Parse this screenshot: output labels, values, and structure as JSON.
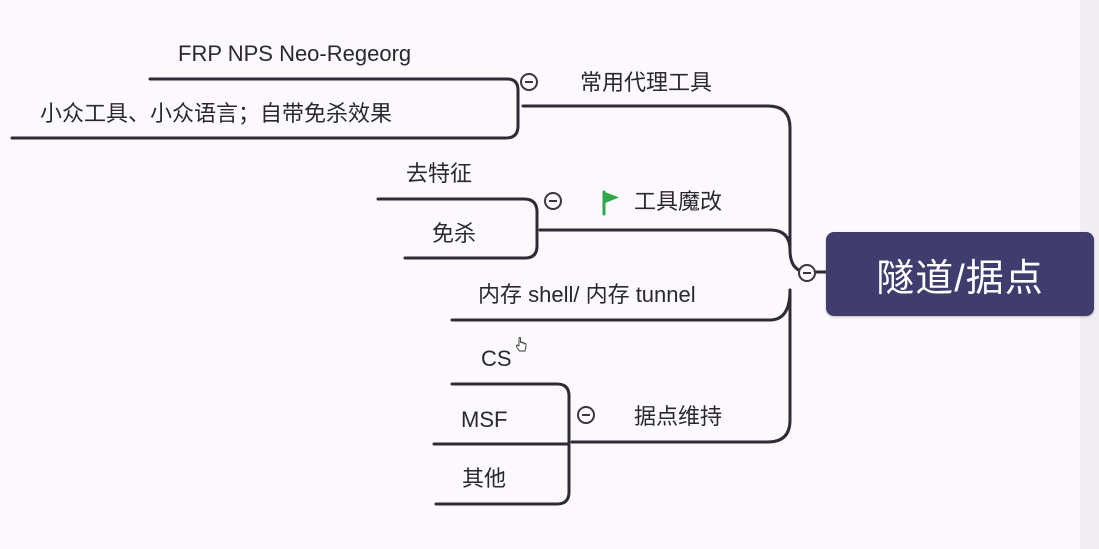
{
  "mindmap": {
    "root": "隧道/据点",
    "branches": [
      {
        "label": "常用代理工具",
        "children": [
          "FRP NPS Neo-Regeorg",
          "小众工具、小众语言；自带免杀效果"
        ]
      },
      {
        "label": "工具魔改",
        "marker": "flag-icon",
        "children": [
          "去特征",
          "免杀"
        ]
      },
      {
        "label": "内存 shell/ 内存 tunnel",
        "children": []
      },
      {
        "label": "据点维持",
        "children": [
          "CS",
          "MSF",
          "其他"
        ]
      }
    ]
  },
  "colors": {
    "root_fill": "#403d6e",
    "line": "#2f2b36",
    "flag": "#2ea84a",
    "background": "#fbf9fc"
  }
}
